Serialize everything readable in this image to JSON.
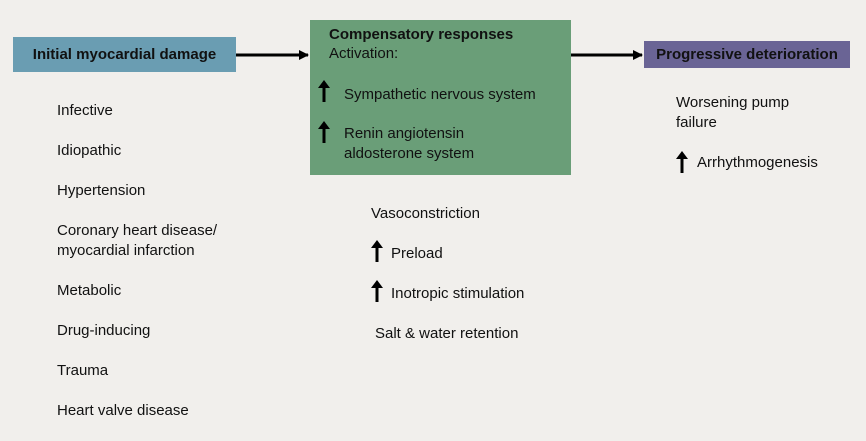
{
  "colors": {
    "background": "#f1efec",
    "initial_box": "#6a9db2",
    "compensatory_box": "#6a9e78",
    "progressive_box": "#6a6495",
    "arrow": "#000000"
  },
  "initial": {
    "title": "Initial myocardial damage",
    "causes": [
      "Infective",
      "Idiopathic",
      "Hypertension",
      "Coronary heart disease/",
      "myocardial infarction",
      "Metabolic",
      "Drug-inducing",
      "Trauma",
      "Heart valve disease"
    ]
  },
  "compensatory": {
    "title": "Compensatory responses",
    "subtitle": "Activation:",
    "items": [
      {
        "icon": "up-arrow-icon",
        "text": "Sympathetic nervous system"
      },
      {
        "icon": "up-arrow-icon",
        "text": "Renin angiotensin"
      },
      {
        "icon": "",
        "text": "aldosterone system"
      }
    ],
    "effects": [
      {
        "icon": "",
        "text": "Vasoconstriction"
      },
      {
        "icon": "up-arrow-icon",
        "text": "Preload"
      },
      {
        "icon": "up-arrow-icon",
        "text": "Inotropic stimulation"
      },
      {
        "icon": "",
        "text": "Salt & water retention"
      }
    ]
  },
  "progressive": {
    "title": "Progressive deterioration",
    "outcomes": [
      {
        "icon": "",
        "text": "Worsening pump"
      },
      {
        "icon": "",
        "text": "failure"
      },
      {
        "icon": "up-arrow-icon",
        "text": "Arrhythmogenesis"
      }
    ]
  }
}
